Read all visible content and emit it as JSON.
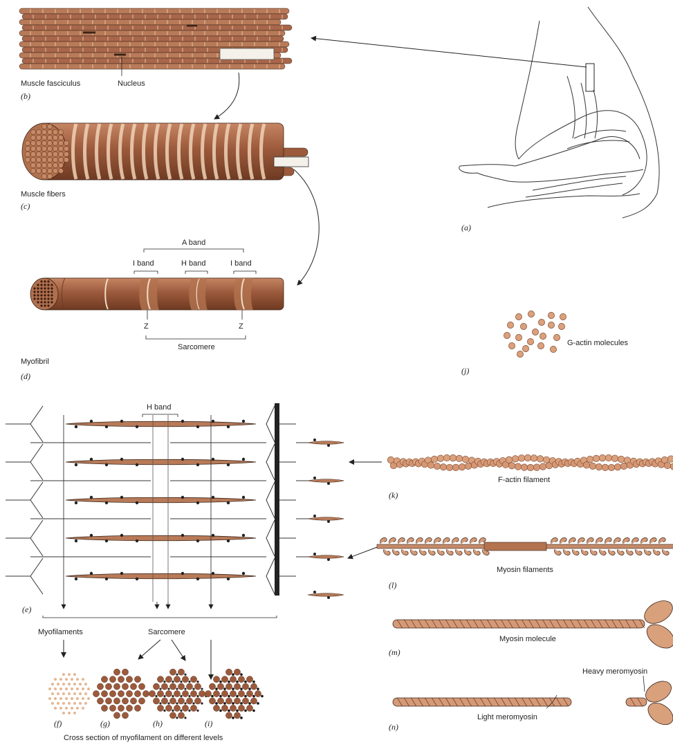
{
  "labels": {
    "muscle_fasciculus": "Muscle fasciculus",
    "nucleus": "Nucleus",
    "muscle_fibers": "Muscle fibers",
    "a_band": "A band",
    "i_band_left": "I band",
    "h_band": "H band",
    "i_band_right": "I band",
    "z_left": "Z",
    "z_right": "Z",
    "sarcomere": "Sarcomere",
    "myofibril": "Myofibril",
    "g_actin": "G-actin molecules",
    "h_band_e": "H band",
    "f_actin": "F-actin filament",
    "myosin_filaments": "Myosin filaments",
    "myosin_molecule": "Myosin molecule",
    "heavy_meromyosin": "Heavy meromyosin",
    "light_meromyosin": "Light meromyosin",
    "myofilaments": "Myofilaments",
    "sarcomere_e": "Sarcomere",
    "cross_section": "Cross section of myofilament on different levels"
  },
  "panel_letters": {
    "a": "(a)",
    "b": "(b)",
    "c": "(c)",
    "d": "(d)",
    "e": "(e)",
    "f": "(f)",
    "g": "(g)",
    "h": "(h)",
    "i": "(i)",
    "j": "(j)",
    "k": "(k)",
    "l": "(l)",
    "m": "(m)",
    "n": "(n)"
  },
  "colors": {
    "muscle_brown": "#9c5a3c",
    "muscle_light": "#d9a07c",
    "filament_tan": "#d49a78",
    "outline": "#3a2418",
    "ink": "#222222"
  }
}
